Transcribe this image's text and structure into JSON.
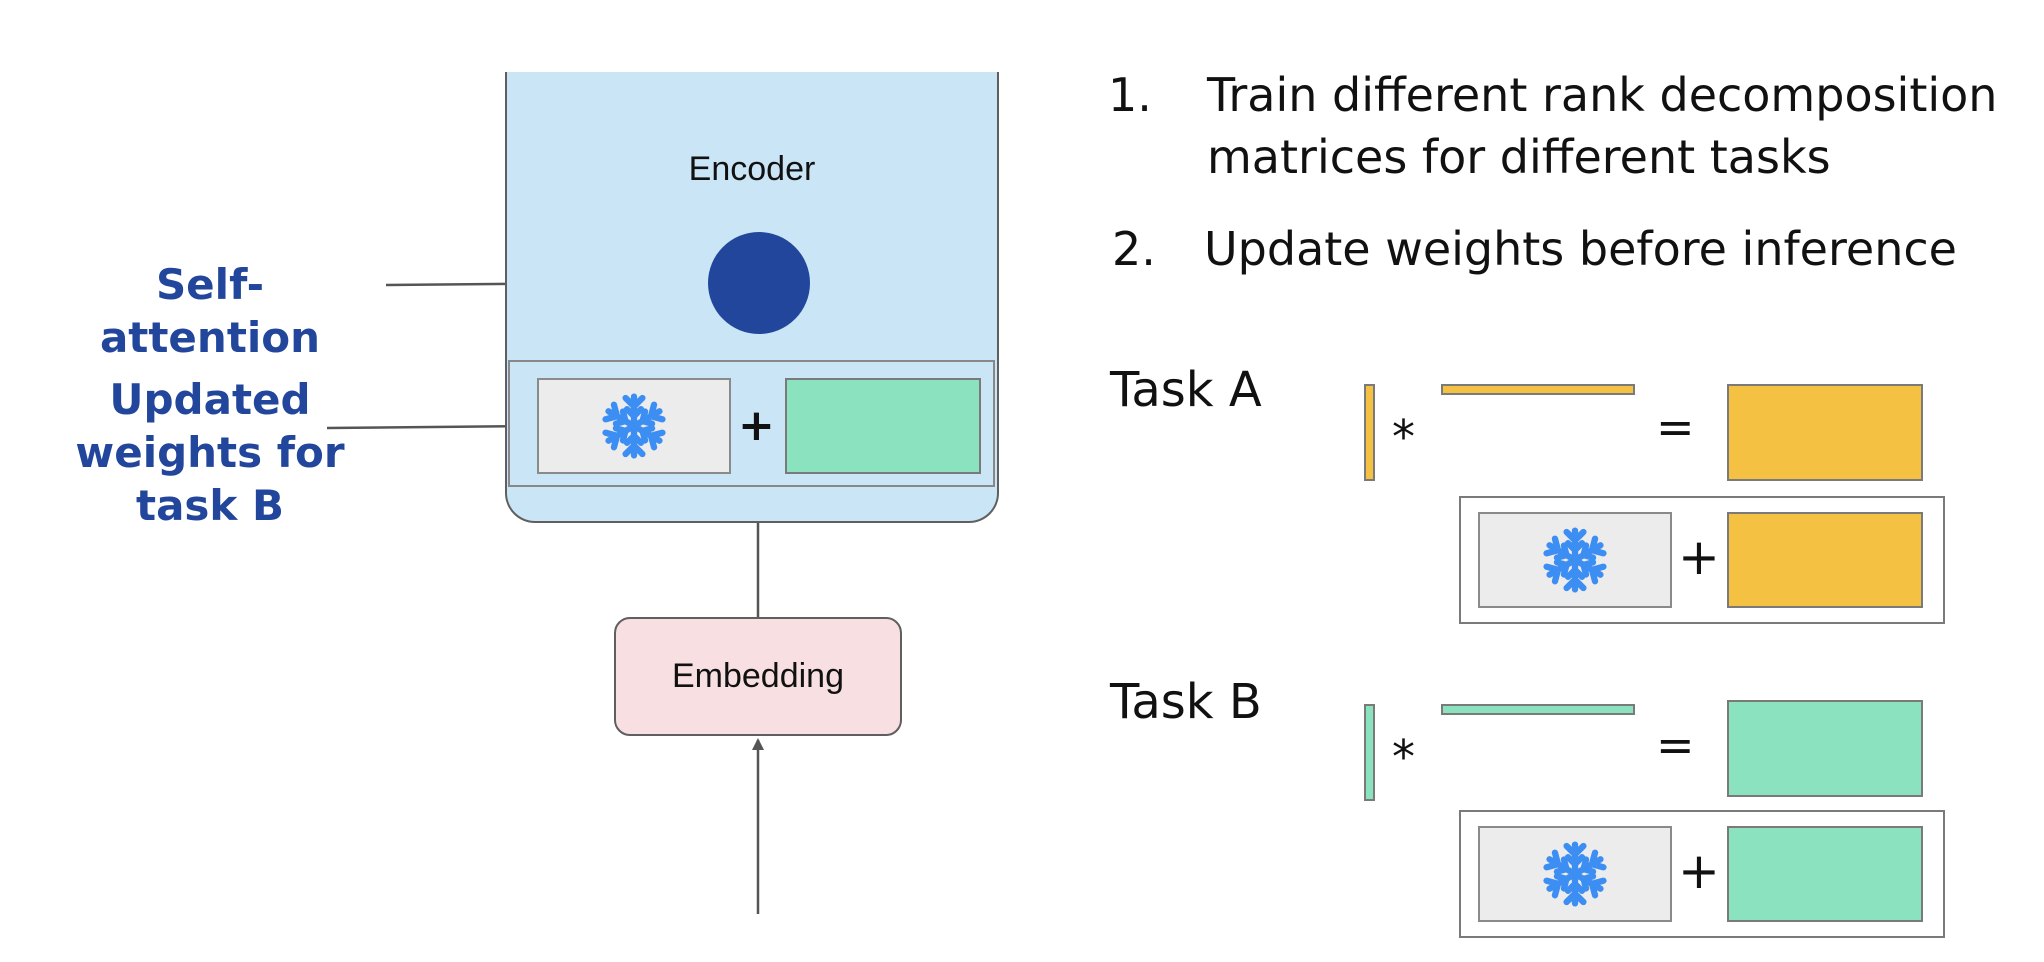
{
  "left": {
    "self_attention_label": "Self-attention",
    "updated_weights_label": [
      "Updated",
      "weights for",
      "task B"
    ],
    "encoder_title": "Encoder",
    "embedding_label": "Embedding",
    "plus": "+"
  },
  "steps": [
    {
      "number": "1.",
      "lines": [
        "Train different rank decomposition",
        "matrices for different tasks"
      ]
    },
    {
      "number": "2.",
      "lines": [
        "Update weights before inference"
      ]
    }
  ],
  "tasks": [
    {
      "label": "Task A",
      "color": "#f4c142",
      "multiply": "*",
      "equals": "=",
      "plus": "+"
    },
    {
      "label": "Task B",
      "color": "#8ae2bf",
      "multiply": "*",
      "equals": "=",
      "plus": "+"
    }
  ],
  "colors": {
    "annotation": "#21469b",
    "encoder_fill": "#c9e5f6",
    "embedding_fill": "#f7dfe2",
    "frozen_fill": "#ececec",
    "snowflake": "#3d8ef2",
    "task_a": "#f4c142",
    "task_b": "#8ae2bf"
  },
  "icons": {
    "frozen": "snowflake-icon"
  }
}
